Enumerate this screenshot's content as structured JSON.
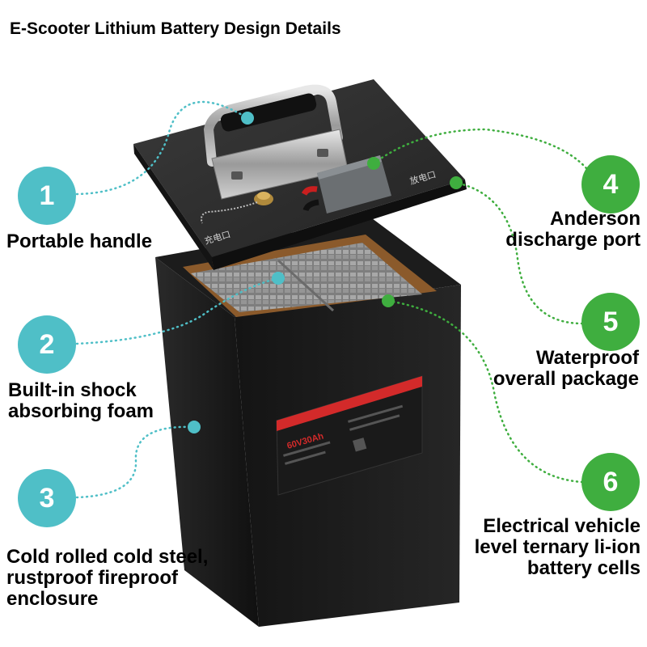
{
  "title": "E-Scooter Lithium Battery Design Details",
  "colors": {
    "left_badge": "#4fbfc7",
    "right_badge": "#3fae3f",
    "left_line": "#4fbfc7",
    "right_line": "#3fae3f",
    "plate_accent": "#d32a2a"
  },
  "callouts": [
    {
      "number": "1",
      "lines": [
        "Portable handle"
      ]
    },
    {
      "number": "2",
      "lines": [
        "Built-in shock",
        "absorbing foam"
      ]
    },
    {
      "number": "3",
      "lines": [
        "Cold rolled cold steel,",
        "rustproof fireproof",
        "enclosure"
      ]
    },
    {
      "number": "4",
      "lines": [
        "Anderson",
        "discharge port"
      ]
    },
    {
      "number": "5",
      "lines": [
        "Waterproof",
        "overall package"
      ]
    },
    {
      "number": "6",
      "lines": [
        "Electrical vehicle",
        "level ternary li-ion",
        "battery cells"
      ]
    }
  ],
  "product": {
    "lid_left_mark": "充电口",
    "lid_right_mark": "放电口",
    "plate_rating": "60V30Ah"
  }
}
